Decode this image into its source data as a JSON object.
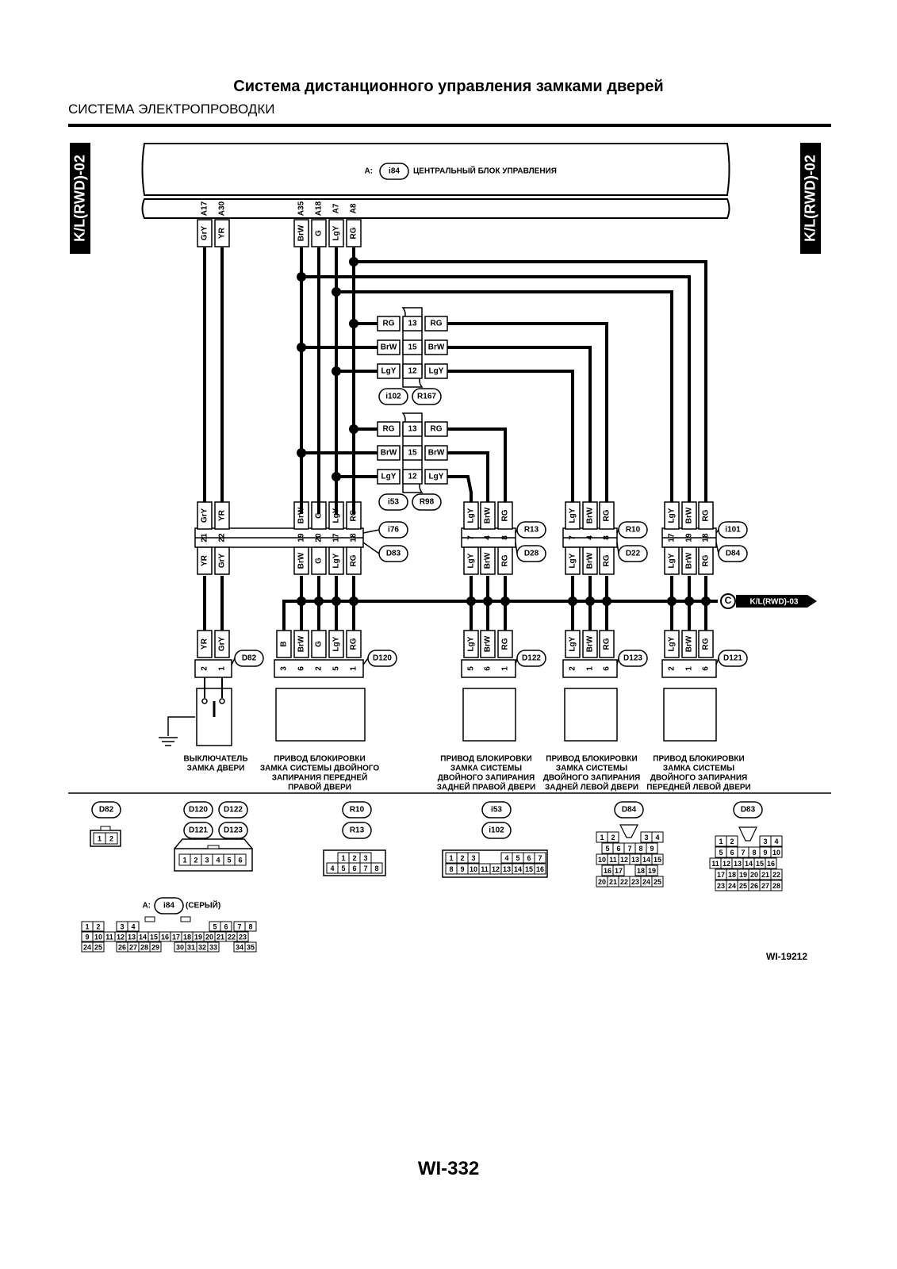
{
  "header": {
    "title": "Система дистанционного управления замками дверей",
    "subtitle": "СИСТЕМА ЭЛЕКТРОПРОВОДКИ",
    "side_tab": "K/L(RWD)-02"
  },
  "control_unit": {
    "prefix": "A:",
    "connector": "i84",
    "name": "ЦЕНТРАЛЬНЫЙ БЛОК УПРАВЛЕНИЯ",
    "pins": [
      {
        "pin": "A17",
        "wire": "GrY"
      },
      {
        "pin": "A30",
        "wire": "YR"
      },
      {
        "pin": "A35",
        "wire": "BrW"
      },
      {
        "pin": "A18",
        "wire": "G"
      },
      {
        "pin": "A7",
        "wire": "LgY"
      },
      {
        "pin": "A8",
        "wire": "RG"
      }
    ]
  },
  "splice_connectors": [
    {
      "left": "i102",
      "right": "R167",
      "rows": [
        {
          "l": "RG",
          "pin": "13",
          "r": "RG"
        },
        {
          "l": "BrW",
          "pin": "15",
          "r": "BrW"
        },
        {
          "l": "LgY",
          "pin": "12",
          "r": "LgY"
        }
      ]
    },
    {
      "left": "i53",
      "right": "R98",
      "rows": [
        {
          "l": "RG",
          "pin": "13",
          "r": "RG"
        },
        {
          "l": "BrW",
          "pin": "15",
          "r": "BrW"
        },
        {
          "l": "LgY",
          "pin": "12",
          "r": "LgY"
        }
      ]
    }
  ],
  "junctions": [
    {
      "top_wires": [
        "GrY",
        "YR",
        "BrW",
        "G",
        "LgY",
        "RG"
      ],
      "pins": [
        "21",
        "22",
        "19",
        "20",
        "17",
        "18"
      ],
      "bottom_wires": [
        "YR",
        "GrY",
        "BrW",
        "G",
        "LgY",
        "RG"
      ],
      "labels": [
        "i76",
        "D83"
      ]
    },
    {
      "top_wires": [
        "LgY",
        "BrW",
        "RG"
      ],
      "pins": [
        "7",
        "4",
        "8"
      ],
      "bottom_wires": [
        "LgY",
        "BrW",
        "RG"
      ],
      "labels": [
        "R13",
        "D28"
      ]
    },
    {
      "top_wires": [
        "LgY",
        "BrW",
        "RG"
      ],
      "pins": [
        "7",
        "4",
        "8"
      ],
      "bottom_wires": [
        "LgY",
        "BrW",
        "RG"
      ],
      "labels": [
        "R10",
        "D22"
      ]
    },
    {
      "top_wires": [
        "LgY",
        "BrW",
        "RG"
      ],
      "pins": [
        "17",
        "19",
        "18"
      ],
      "bottom_wires": [
        "LgY",
        "BrW",
        "RG"
      ],
      "labels": [
        "i101",
        "D84"
      ]
    }
  ],
  "ground_ref": {
    "marker": "C",
    "label": "K/L(RWD)-03"
  },
  "devices": [
    {
      "connector": "D82",
      "wires": [
        "YR",
        "GrY"
      ],
      "pins": [
        "2",
        "1"
      ],
      "label": "ВЫКЛЮЧАТЕЛЬ\nЗАМКА ДВЕРИ"
    },
    {
      "connector": "D120",
      "wires": [
        "B",
        "BrW",
        "G",
        "LgY",
        "RG"
      ],
      "pins": [
        "3",
        "6",
        "2",
        "5",
        "1"
      ],
      "label": "ПРИВОД БЛОКИРОВКИ\nЗАМКА СИСТЕМЫ ДВОЙНОГО\nЗАПИРАНИЯ ПЕРЕДНЕЙ\nПРАВОЙ ДВЕРИ"
    },
    {
      "connector": "D122",
      "wires": [
        "LgY",
        "BrW",
        "RG"
      ],
      "pins": [
        "5",
        "6",
        "1"
      ],
      "label": "ПРИВОД БЛОКИРОВКИ\nЗАМКА СИСТЕМЫ\nДВОЙНОГО ЗАПИРАНИЯ\nЗАДНЕЙ ПРАВОЙ ДВЕРИ"
    },
    {
      "connector": "D123",
      "wires": [
        "LgY",
        "BrW",
        "RG"
      ],
      "pins": [
        "2",
        "1",
        "6"
      ],
      "label": "ПРИВОД БЛОКИРОВКИ\nЗАМКА СИСТЕМЫ\nДВОЙНОГО ЗАПИРАНИЯ\nЗАДНЕЙ ЛЕВОЙ ДВЕРИ"
    },
    {
      "connector": "D121",
      "wires": [
        "LgY",
        "BrW",
        "RG"
      ],
      "pins": [
        "2",
        "1",
        "6"
      ],
      "label": "ПРИВОД БЛОКИРОВКИ\nЗАМКА СИСТЕМЫ\nДВОЙНОГО ЗАПИРАНИЯ\nПЕРЕДНЕЙ ЛЕВОЙ ДВЕРИ"
    }
  ],
  "connector_views": {
    "d82": {
      "names": [
        "D82"
      ],
      "rows": [
        [
          "1",
          "2"
        ]
      ]
    },
    "d120": {
      "names": [
        "D120",
        "D122",
        "D121",
        "D123"
      ],
      "rows": [
        [
          "1",
          "2",
          "3",
          "4",
          "5",
          "6"
        ]
      ]
    },
    "r10": {
      "names": [
        "R10",
        "R13"
      ],
      "rows": [
        [
          "1",
          "2",
          "3"
        ],
        [
          "4",
          "5",
          "6",
          "7",
          "8"
        ]
      ]
    },
    "i53": {
      "names": [
        "i53",
        "i102"
      ],
      "rows": [
        [
          "1",
          "2",
          "3",
          "4",
          "5",
          "6",
          "7"
        ],
        [
          "8",
          "9",
          "10",
          "11",
          "12",
          "13",
          "14",
          "15",
          "16"
        ]
      ]
    },
    "d84": {
      "names": [
        "D84"
      ],
      "rows": [
        [
          "1",
          "2",
          "3",
          "4"
        ],
        [
          "5",
          "6",
          "7",
          "8",
          "9"
        ],
        [
          "10",
          "11",
          "12",
          "13",
          "14",
          "15"
        ],
        [
          "16",
          "17",
          "18",
          "19"
        ],
        [
          "20",
          "21",
          "22",
          "23",
          "24",
          "25"
        ]
      ]
    },
    "d83": {
      "names": [
        "D83"
      ],
      "rows": [
        [
          "1",
          "2",
          "3",
          "4"
        ],
        [
          "5",
          "6",
          "7",
          "8",
          "9",
          "10"
        ],
        [
          "11",
          "12",
          "13",
          "14",
          "15",
          "16"
        ],
        [
          "17",
          "18",
          "19",
          "20",
          "21",
          "22"
        ],
        [
          "23",
          "24",
          "25",
          "26",
          "27",
          "28"
        ]
      ]
    },
    "i84": {
      "prefix": "A:",
      "names": [
        "i84"
      ],
      "suffix": "(СЕРЫЙ)",
      "rows": [
        [
          "1",
          "2",
          "3",
          "4",
          "5",
          "6",
          "7",
          "8"
        ],
        [
          "9",
          "10",
          "11",
          "12",
          "13",
          "14",
          "15",
          "16",
          "17",
          "18",
          "19",
          "20",
          "21",
          "22",
          "23"
        ],
        [
          "24",
          "25",
          "26",
          "27",
          "28",
          "29",
          "30",
          "31",
          "32",
          "33",
          "34",
          "35"
        ]
      ]
    }
  },
  "figure_id": "WI-19212",
  "page_number": "WI-332"
}
